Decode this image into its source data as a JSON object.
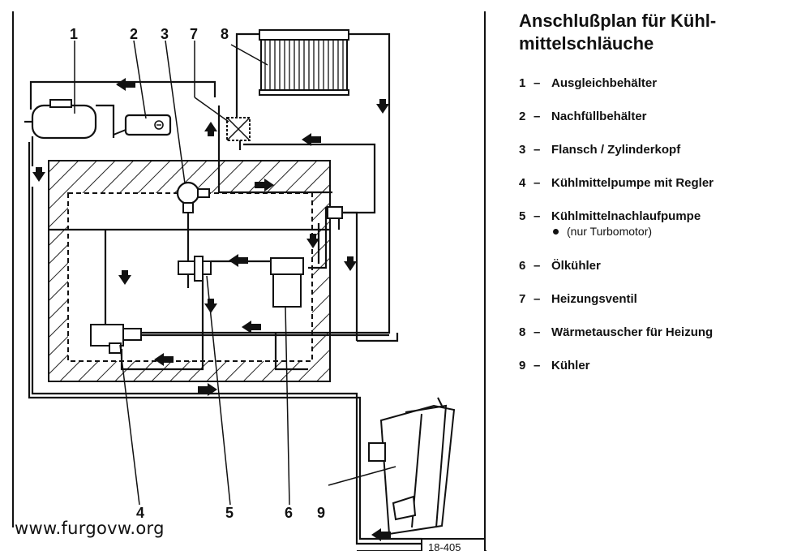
{
  "title": "Anschlußplan für Kühl-\nmittelschläuche",
  "legend": [
    {
      "num": "1",
      "dash": "–",
      "text": "Ausgleichbehälter"
    },
    {
      "num": "2",
      "dash": "–",
      "text": "Nachfüllbehälter"
    },
    {
      "num": "3",
      "dash": "–",
      "text": "Flansch / Zylinderkopf"
    },
    {
      "num": "4",
      "dash": "–",
      "text": "Kühlmittelpumpe mit Regler"
    },
    {
      "num": "5",
      "dash": "–",
      "text": "Kühlmittelnachlaufpumpe"
    },
    {
      "num": "6",
      "dash": "–",
      "text": "Ölkühler"
    },
    {
      "num": "7",
      "dash": "–",
      "text": "Heizungsventil"
    },
    {
      "num": "8",
      "dash": "–",
      "text": "Wärmetauscher für Heizung"
    },
    {
      "num": "9",
      "dash": "–",
      "text": "Kühler"
    }
  ],
  "note": "(nur Turbomotor)",
  "diagram": {
    "top_labels": [
      "1",
      "2",
      "3",
      "7",
      "8"
    ],
    "bottom_labels": [
      "4",
      "5",
      "6",
      "9"
    ],
    "watermark": "www.furgovw.org",
    "ref": "18-405"
  }
}
